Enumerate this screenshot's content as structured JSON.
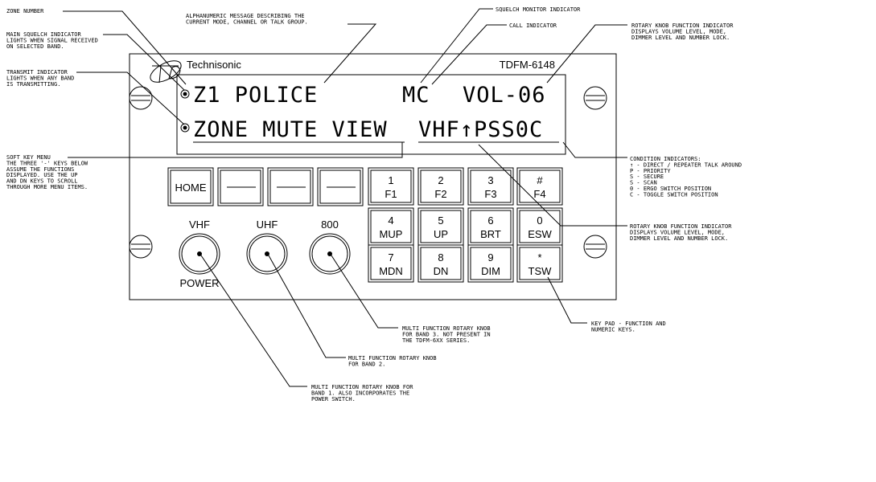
{
  "panel": {
    "brand": "Technisonic",
    "model": "TDFM-6148",
    "display": {
      "line1_left": "Z1 POLICE",
      "line1_mid": "MC",
      "line1_right": "VOL-06",
      "line2_left": "ZONE MUTE VIEW",
      "line2_right": "VHF↑PSS0C"
    },
    "soft_keys": [
      {
        "label": "HOME"
      },
      {
        "label": "—"
      },
      {
        "label": "—"
      },
      {
        "label": "—"
      }
    ],
    "keypad": [
      {
        "top": "1",
        "bottom": "F1"
      },
      {
        "top": "2",
        "bottom": "F2"
      },
      {
        "top": "3",
        "bottom": "F3"
      },
      {
        "top": "#",
        "bottom": "F4"
      },
      {
        "top": "4",
        "bottom": "MUP"
      },
      {
        "top": "5",
        "bottom": "UP"
      },
      {
        "top": "6",
        "bottom": "BRT"
      },
      {
        "top": "0",
        "bottom": "ESW"
      },
      {
        "top": "7",
        "bottom": "MDN"
      },
      {
        "top": "8",
        "bottom": "DN"
      },
      {
        "top": "9",
        "bottom": "DIM"
      },
      {
        "top": "*",
        "bottom": "TSW"
      }
    ],
    "knobs": [
      {
        "label": "VHF"
      },
      {
        "label": "UHF"
      },
      {
        "label": "800"
      }
    ],
    "power_label": "POWER"
  },
  "callouts": {
    "zone_number": [
      "ZONE NUMBER"
    ],
    "main_squelch": [
      "MAIN SQUELCH INDICATOR",
      "LIGHTS WHEN SIGNAL RECEIVED",
      "ON SELECTED BAND."
    ],
    "transmit": [
      "TRANSMIT INDICATOR",
      "LIGHTS WHEN ANY BAND",
      "IS TRANSMITTING."
    ],
    "soft_key_menu": [
      "SOFT KEY MENU",
      "THE THREE '-' KEYS BELOW",
      "ASSUME THE FUNCTIONS",
      "DISPLAYED. USE THE UP",
      "AND DN KEYS TO SCROLL",
      "THROUGH MORE MENU ITEMS."
    ],
    "alphanumeric": [
      "ALPHANUMERIC MESSAGE DESCRIBING THE",
      "CURRENT MODE, CHANNEL OR TALK GROUP."
    ],
    "squelch_monitor": [
      "SQUELCH MONITOR INDICATOR"
    ],
    "call_indicator": [
      "CALL INDICATOR"
    ],
    "rotary_top": [
      "ROTARY KNOB FUNCTION INDICATOR",
      "DISPLAYS VOLUME LEVEL, MODE,",
      "DIMMER LEVEL AND NUMBER LOCK."
    ],
    "condition": [
      "CONDITION INDICATORS:",
      "↑  -  DIRECT / REPEATER TALK AROUND",
      "P  -  PRIORITY",
      "S  -  SECURE",
      "S  -  SCAN",
      "0  -  ERGO SWITCH POSITION",
      "C  -  TOGGLE SWITCH POSITION"
    ],
    "rotary_mid": [
      "ROTARY KNOB FUNCTION INDICATOR",
      "DISPLAYS VOLUME LEVEL, MODE,",
      "DIMMER LEVEL AND NUMBER LOCK."
    ],
    "keypad": [
      "KEY PAD  -  FUNCTION AND",
      "NUMERIC KEYS."
    ],
    "band3": [
      "MULTI FUNCTION ROTARY KNOB",
      "FOR BAND 3. NOT PRESENT IN",
      "THE TDFM-6XX SERIES."
    ],
    "band2": [
      "MULTI FUNCTION ROTARY KNOB",
      "FOR BAND 2."
    ],
    "band1": [
      "MULTI FUNCTION ROTARY KNOB FOR",
      "BAND 1. ALSO INCORPORATES THE",
      "POWER SWITCH."
    ]
  }
}
